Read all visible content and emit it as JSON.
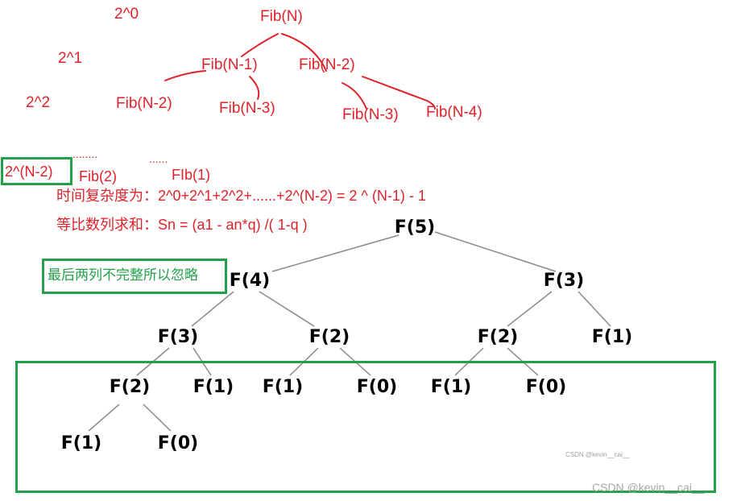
{
  "power_labels": [
    "2^0",
    "2^1",
    "2^2",
    "2^(N-2)"
  ],
  "ellipses": [
    "........",
    "......"
  ],
  "fib_tree": {
    "root": "Fib(N)",
    "level1": [
      "Fib(N-1)",
      "Fib(N-2)"
    ],
    "level2": [
      "Fib(N-2)",
      "Fib(N-3)",
      "Fib(N-3)",
      "Fib(N-4)"
    ],
    "level_last": [
      "Fib(2)",
      "FIb(1)"
    ]
  },
  "formula_complexity": "时间复杂度为：2^0+2^1+2^2+......+2^(N-2) = 2 ^ (N-1) - 1",
  "formula_sum": "等比数列求和：Sn =   (a1 - an*q)  /( 1-q )",
  "note": "最后两列不完整所以忽略",
  "f_tree": {
    "root": "F(5)",
    "l1": [
      "F(4)",
      "F(3)"
    ],
    "l2": [
      "F(3)",
      "F(2)",
      "F(2)",
      "F(1)"
    ],
    "l3": [
      "F(2)",
      "F(1)",
      "F(1)",
      "F(0)",
      "F(1)",
      "F(0)"
    ],
    "l4": [
      "F(1)",
      "F(0)"
    ]
  },
  "watermark": "CSDN @kevin__cai__",
  "watermark_small": "CSDN @kevin__cai__",
  "colors": {
    "red": "#e0222a",
    "green": "#22a04a",
    "black": "#000000",
    "gray": "#888888"
  }
}
